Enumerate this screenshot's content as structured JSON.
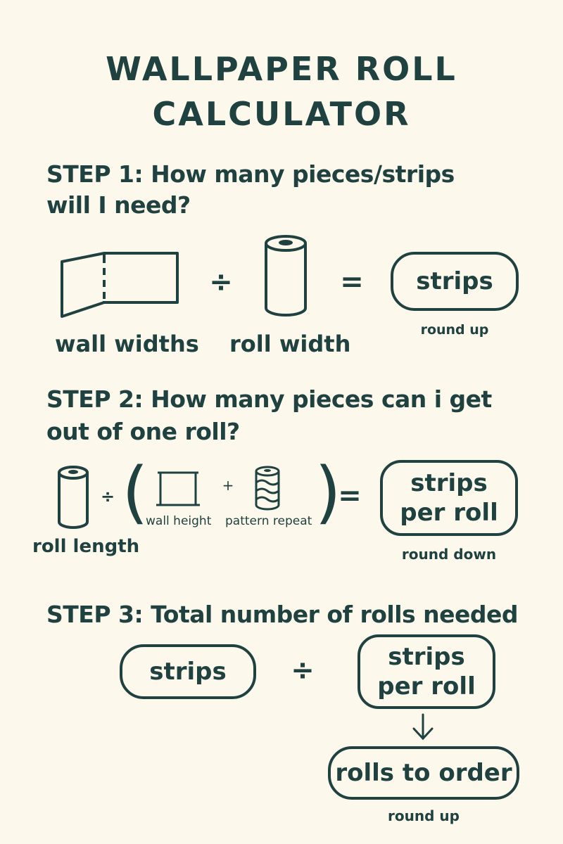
{
  "title": {
    "line1": "WALLPAPER ROLL",
    "line2": "CALCULATOR"
  },
  "colors": {
    "background": "#FDF8EC",
    "ink": "#1F4240"
  },
  "step1": {
    "heading_line1": "STEP 1: How many pieces/strips",
    "heading_line2": "will I need?",
    "wall_icon": "wall-corner-icon",
    "wall_label": "wall widths",
    "divide": "÷",
    "roll_icon": "roll-icon",
    "roll_label": "roll width",
    "equals": "=",
    "result": "strips",
    "note": "round up"
  },
  "step2": {
    "heading_line1": "STEP 2: How many pieces can i get",
    "heading_line2": "out of one roll?",
    "roll_icon": "roll-icon",
    "roll_label": "roll length",
    "divide": "÷",
    "open_paren": "(",
    "wall_icon": "wall-height-icon",
    "wall_label": "wall height",
    "plus": "+",
    "pattern_icon": "pattern-roll-icon",
    "pattern_label": "pattern repeat",
    "close_paren": ")",
    "equals": "=",
    "result_line1": "strips",
    "result_line2": "per roll",
    "note": "round down"
  },
  "step3": {
    "heading": "STEP 3: Total number of rolls needed",
    "left": "strips",
    "divide": "÷",
    "right_line1": "strips",
    "right_line2": "per roll",
    "arrow": "↓",
    "result": "rolls to order",
    "note": "round up"
  }
}
